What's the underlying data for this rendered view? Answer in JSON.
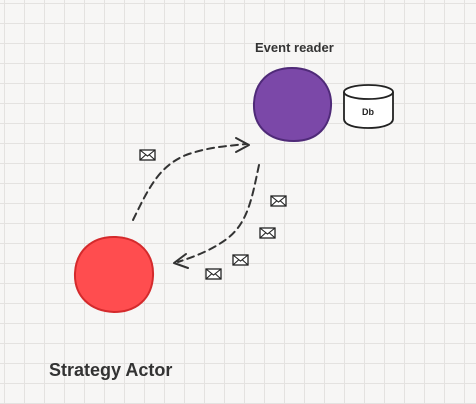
{
  "nodes": {
    "event_reader": {
      "label": "Event reader",
      "color": "#7b48a8",
      "stroke": "#4f2a78"
    },
    "strategy_actor": {
      "label": "Strategy Actor",
      "color": "#ff4d4f",
      "stroke": "#d42a2c"
    },
    "database": {
      "label": "Db"
    }
  },
  "edges": [
    {
      "from": "strategy_actor",
      "to": "event_reader",
      "style": "dashed",
      "messages": 1
    },
    {
      "from": "event_reader",
      "to": "strategy_actor",
      "style": "dashed",
      "messages": 4
    }
  ],
  "icons": {
    "message": "envelope-icon",
    "storage": "database-icon"
  }
}
